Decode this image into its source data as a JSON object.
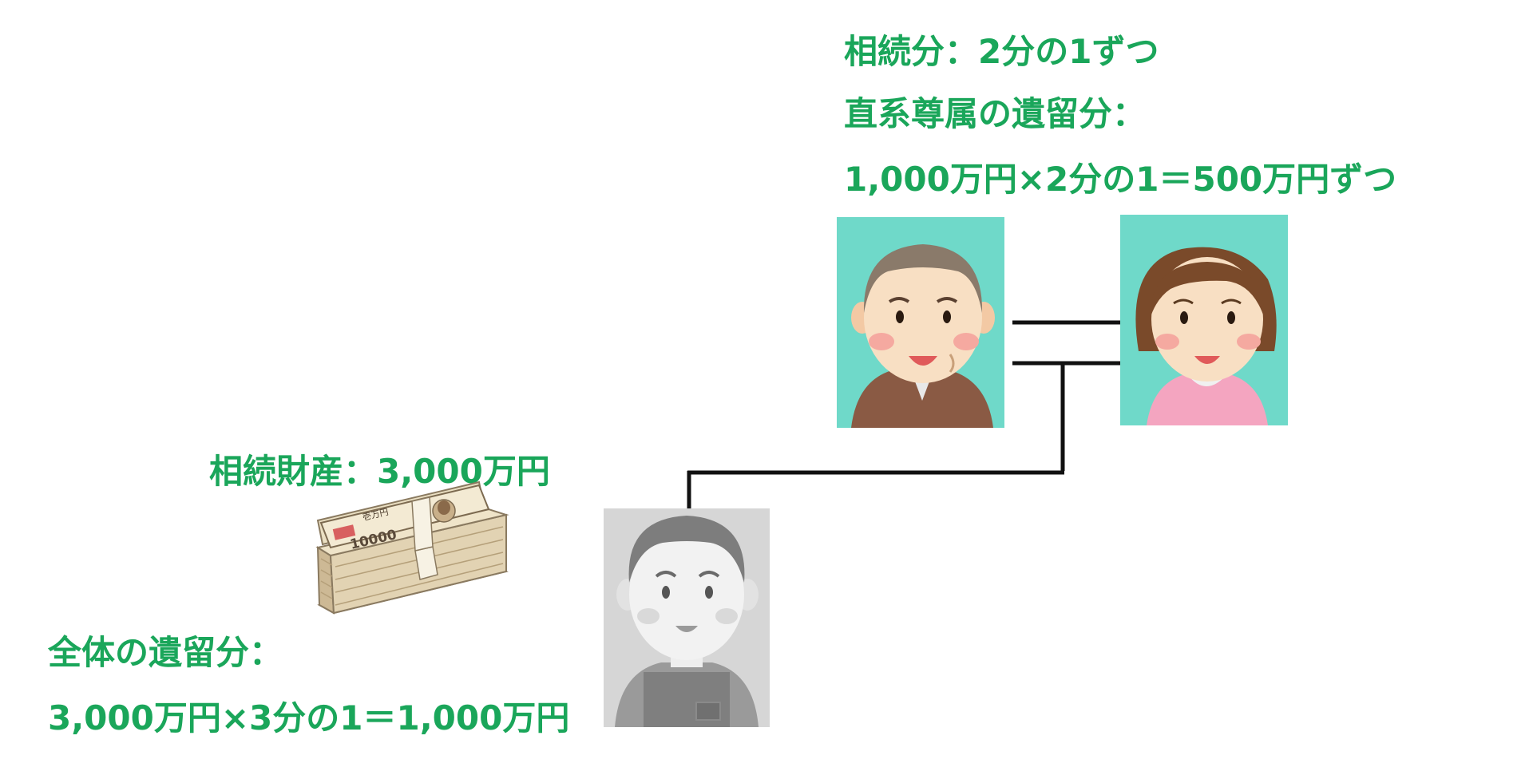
{
  "parents": {
    "inheritance_share": "相続分：2分の1ずつ",
    "reserved_share_label": "直系尊属の遺留分：",
    "reserved_share_calc": "1,000万円×2分の1＝500万円ずつ"
  },
  "estate": {
    "label": "相続財産：3,000万円",
    "banknote_text": "壱万円",
    "banknote_number": "10000"
  },
  "overall": {
    "reserved_label": "全体の遺留分：",
    "reserved_calc": "3,000万円×3分の1＝1,000万円"
  },
  "colors": {
    "text": "#1aa65a",
    "portrait_bg": "#6fd9c9",
    "line": "#111111",
    "deceased_bg": "#d6d6d6"
  },
  "icons": {
    "father": "elderly-man-icon",
    "mother": "elderly-woman-icon",
    "deceased": "deceased-person-icon",
    "money": "banknote-bundle-icon"
  }
}
